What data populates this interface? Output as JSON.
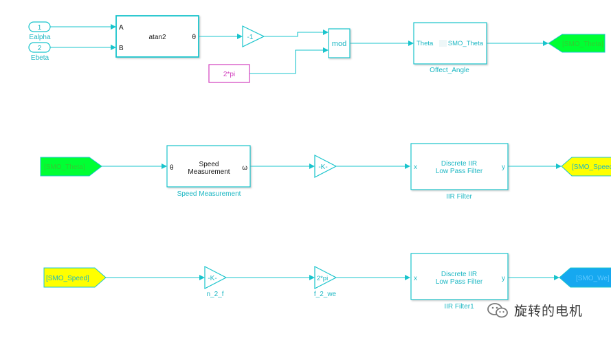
{
  "diagram": {
    "row1": {
      "inport1": {
        "number": "1",
        "label": "Ealpha"
      },
      "inport2": {
        "number": "2",
        "label": "Ebeta"
      },
      "atan2": {
        "title": "atan2",
        "port_a": "A",
        "port_b": "B",
        "port_out": "θ"
      },
      "gain_neg": {
        "value": "-1"
      },
      "constant": {
        "value": "2*pi"
      },
      "mod": {
        "label": "mod"
      },
      "subsystem": {
        "in_port": "Theta",
        "out_port": "SMO_Theta",
        "name": "Offect_Angle"
      },
      "goto": {
        "tag": "[SMO_Theta]"
      }
    },
    "row2": {
      "from": {
        "tag": "[SMO_Theta]"
      },
      "speed": {
        "line1": "Speed",
        "line2": "Measurement",
        "port_in": "θ",
        "port_out": "ω",
        "name": "Speed Measurement"
      },
      "gain": {
        "value": "-K-"
      },
      "filter": {
        "line1": "Discrete IIR",
        "line2": "Low Pass Filter",
        "port_in": "x",
        "port_out": "y",
        "name": "IIR Filter"
      },
      "goto": {
        "tag": "[SMO_Speed]"
      }
    },
    "row3": {
      "from": {
        "tag": "[SMO_Speed]"
      },
      "gain1": {
        "value": "-K-",
        "name": "n_2_f"
      },
      "gain2": {
        "value": "2*pi",
        "name": "f_2_we"
      },
      "filter": {
        "line1": "Discrete IIR",
        "line2": "Low Pass Filter",
        "port_in": "x",
        "port_out": "y",
        "name": "IIR Filter1"
      },
      "goto": {
        "tag": "[SMO_We]"
      }
    }
  },
  "watermark": {
    "text": "旋转的电机"
  },
  "colors": {
    "wire": "#19c4cc",
    "block_border": "#19c4cc",
    "constant_border": "#d23fbe",
    "tag_green": "#00ff33",
    "tag_yellow": "#ffff00",
    "tag_blue": "#16a8f0"
  }
}
